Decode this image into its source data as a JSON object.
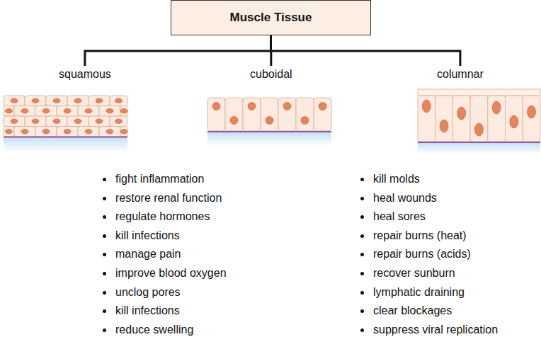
{
  "diagram": {
    "nodes": [
      {
        "text": [
          "Muscle Tissue"
        ]
      },
      {
        "text": [
          "squamous"
        ]
      },
      {
        "text": [
          "cuboidal"
        ]
      },
      {
        "text": [
          "columnar"
        ]
      }
    ],
    "edges": [
      {
        "from": 0,
        "to": 1,
        "arrow": "none"
      },
      {
        "from": 0,
        "to": 2,
        "arrow": "none"
      },
      {
        "from": 0,
        "to": 3,
        "arrow": "none"
      }
    ],
    "labels": [
      "fight inflammation",
      "restore renal function",
      "regulate hormones",
      "kill infections",
      "manage pain",
      "improve blood oxygen",
      "unclog pores",
      "kill infections",
      "reduce swelling",
      "kill molds",
      "heal wounds",
      "heal sores",
      "repair burns (heat)",
      "repair burns (acids)",
      "recover sunburn",
      "lymphatic draining",
      "clear blockages",
      "suppress viral replication"
    ]
  }
}
